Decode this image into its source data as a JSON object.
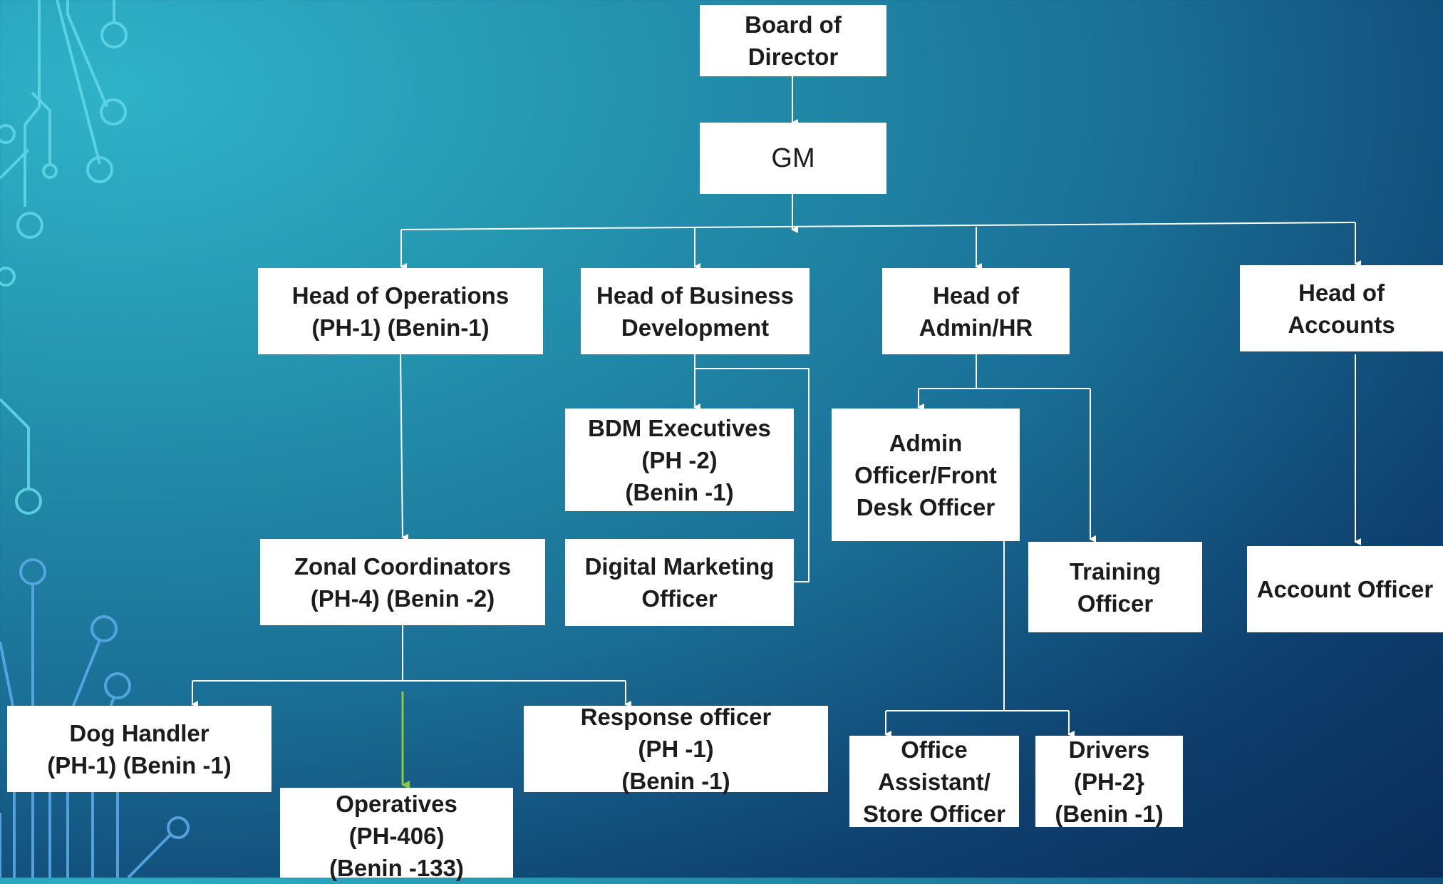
{
  "org_chart": {
    "nodes": [
      {
        "id": "board",
        "lines": [
          "Board of",
          "Director"
        ]
      },
      {
        "id": "gm",
        "lines": [
          "GM"
        ]
      },
      {
        "id": "head-ops",
        "lines": [
          "Head of Operations",
          "(PH-1) (Benin-1)"
        ]
      },
      {
        "id": "head-bd",
        "lines": [
          "Head of Business",
          "Development"
        ]
      },
      {
        "id": "head-admin",
        "lines": [
          "Head of",
          "Admin/HR"
        ]
      },
      {
        "id": "head-accounts",
        "lines": [
          "Head of",
          "Accounts"
        ]
      },
      {
        "id": "bdm-exec",
        "lines": [
          "BDM Executives",
          "(PH -2)",
          "(Benin -1)"
        ]
      },
      {
        "id": "digital-marketing",
        "lines": [
          "Digital Marketing",
          "Officer"
        ]
      },
      {
        "id": "admin-officer",
        "lines": [
          "Admin",
          "Officer/Front",
          "Desk Officer"
        ]
      },
      {
        "id": "training",
        "lines": [
          "Training",
          "Officer"
        ]
      },
      {
        "id": "account-officer",
        "lines": [
          "Account Officer"
        ]
      },
      {
        "id": "zonal",
        "lines": [
          "Zonal Coordinators",
          "(PH-4)  (Benin -2)"
        ]
      },
      {
        "id": "dog-handler",
        "lines": [
          "Dog Handler",
          "(PH-1) (Benin -1)"
        ]
      },
      {
        "id": "operatives",
        "lines": [
          "Operatives",
          "(PH-406)",
          "(Benin -133)"
        ]
      },
      {
        "id": "response",
        "lines": [
          "Response officer",
          "(PH -1)",
          "(Benin -1)"
        ]
      },
      {
        "id": "office-assistant",
        "lines": [
          "Office",
          "Assistant/",
          "Store Officer"
        ]
      },
      {
        "id": "drivers",
        "lines": [
          "Drivers",
          "(PH-2}",
          "(Benin -1)"
        ]
      }
    ],
    "edges": [
      [
        "board",
        "gm"
      ],
      [
        "gm",
        "head-ops"
      ],
      [
        "gm",
        "head-bd"
      ],
      [
        "gm",
        "head-admin"
      ],
      [
        "gm",
        "head-accounts"
      ],
      [
        "head-ops",
        "zonal"
      ],
      [
        "head-bd",
        "bdm-exec"
      ],
      [
        "head-bd",
        "digital-marketing"
      ],
      [
        "head-admin",
        "admin-officer"
      ],
      [
        "head-admin",
        "training"
      ],
      [
        "head-accounts",
        "account-officer"
      ],
      [
        "zonal",
        "dog-handler"
      ],
      [
        "zonal",
        "operatives"
      ],
      [
        "zonal",
        "response"
      ],
      [
        "admin-officer",
        "office-assistant"
      ],
      [
        "admin-officer",
        "drivers"
      ]
    ],
    "colors": {
      "connector": "#ffffff",
      "operatives_arrow": "#8dc63f",
      "box_fill": "#ffffff",
      "text": "#1c1c1c",
      "circuit_decor": "#5fd6e6"
    }
  }
}
